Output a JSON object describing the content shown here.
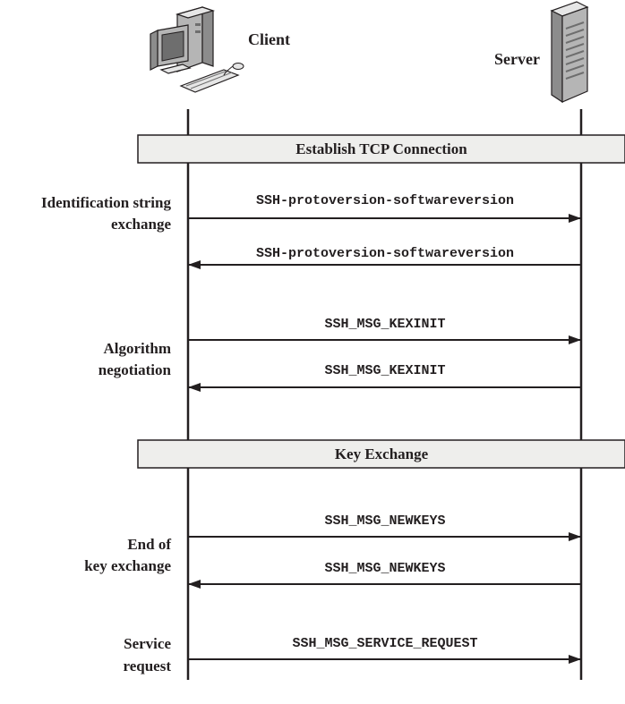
{
  "actors": {
    "client": "Client",
    "server": "Server"
  },
  "icons": {
    "client": "desktop-computer-icon",
    "server": "server-tower-icon"
  },
  "phases": [
    {
      "label": "Establish TCP Connection"
    },
    {
      "label": "Key Exchange"
    }
  ],
  "steps": [
    {
      "label_lines": [
        "Identification string",
        "exchange"
      ],
      "messages": [
        {
          "text": "SSH-protoversion-softwareversion",
          "direction": "client-to-server"
        },
        {
          "text": "SSH-protoversion-softwareversion",
          "direction": "server-to-client"
        }
      ]
    },
    {
      "label_lines": [
        "Algorithm",
        "negotiation"
      ],
      "messages": [
        {
          "text": "SSH_MSG_KEXINIT",
          "direction": "client-to-server"
        },
        {
          "text": "SSH_MSG_KEXINIT",
          "direction": "server-to-client"
        }
      ]
    },
    {
      "label_lines": [
        "End of",
        "key exchange"
      ],
      "messages": [
        {
          "text": "SSH_MSG_NEWKEYS",
          "direction": "client-to-server"
        },
        {
          "text": "SSH_MSG_NEWKEYS",
          "direction": "server-to-client"
        }
      ]
    },
    {
      "label_lines": [
        "Service",
        "request"
      ],
      "messages": [
        {
          "text": "SSH_MSG_SERVICE_REQUEST",
          "direction": "client-to-server"
        }
      ]
    }
  ],
  "colors": {
    "ink": "#231f20",
    "phase_fill": "#eeeeec",
    "icon_light": "#e6e6e6",
    "icon_mid": "#b5b5b5",
    "icon_dark": "#6e6e6e"
  }
}
